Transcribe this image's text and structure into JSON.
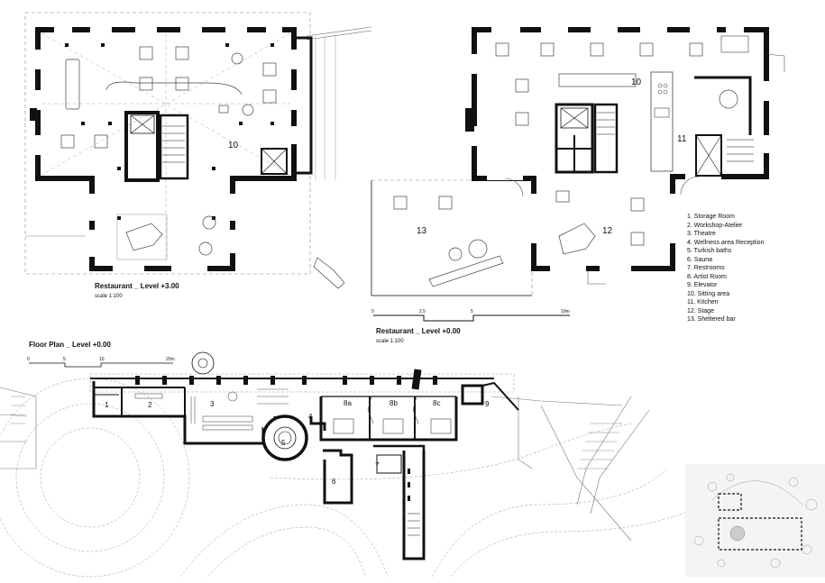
{
  "captions": {
    "restaurant_upper_title": "Restaurant _ Level +3.00",
    "restaurant_upper_scale": "scale 1:100",
    "restaurant_ground_title": "Restaurant _ Level +0.00",
    "restaurant_ground_scale": "scale 1:100",
    "floor_plan_title": "Floor Plan _ Level +0.00"
  },
  "scale_bars": {
    "restaurant": [
      "0",
      "2.5",
      "5",
      "10m"
    ],
    "floor_plan": [
      "0",
      "5",
      "10",
      "20m"
    ]
  },
  "room_labels": {
    "upper_10": "10",
    "ground_10": "10",
    "ground_11": "11",
    "ground_12": "12",
    "ground_13": "13",
    "plan_1": "1",
    "plan_2": "2",
    "plan_3": "3",
    "plan_4": "4",
    "plan_5": "5",
    "plan_6": "6",
    "plan_7": "7",
    "plan_8a": "8a",
    "plan_8b": "8b",
    "plan_8c": "8c",
    "plan_9": "9"
  },
  "legend": [
    "1. Storage Room",
    "2. Workshop-Atelier",
    "3. Theatre",
    "4. Wellness area Reception",
    "5. Turkish baths",
    "6. Sauna",
    "7. Restrooms",
    "8. Artist Room",
    "9. Elevator",
    "10. Sitting area",
    "11. Kitchen",
    "12. Stage",
    "13. Sheltered bar"
  ]
}
